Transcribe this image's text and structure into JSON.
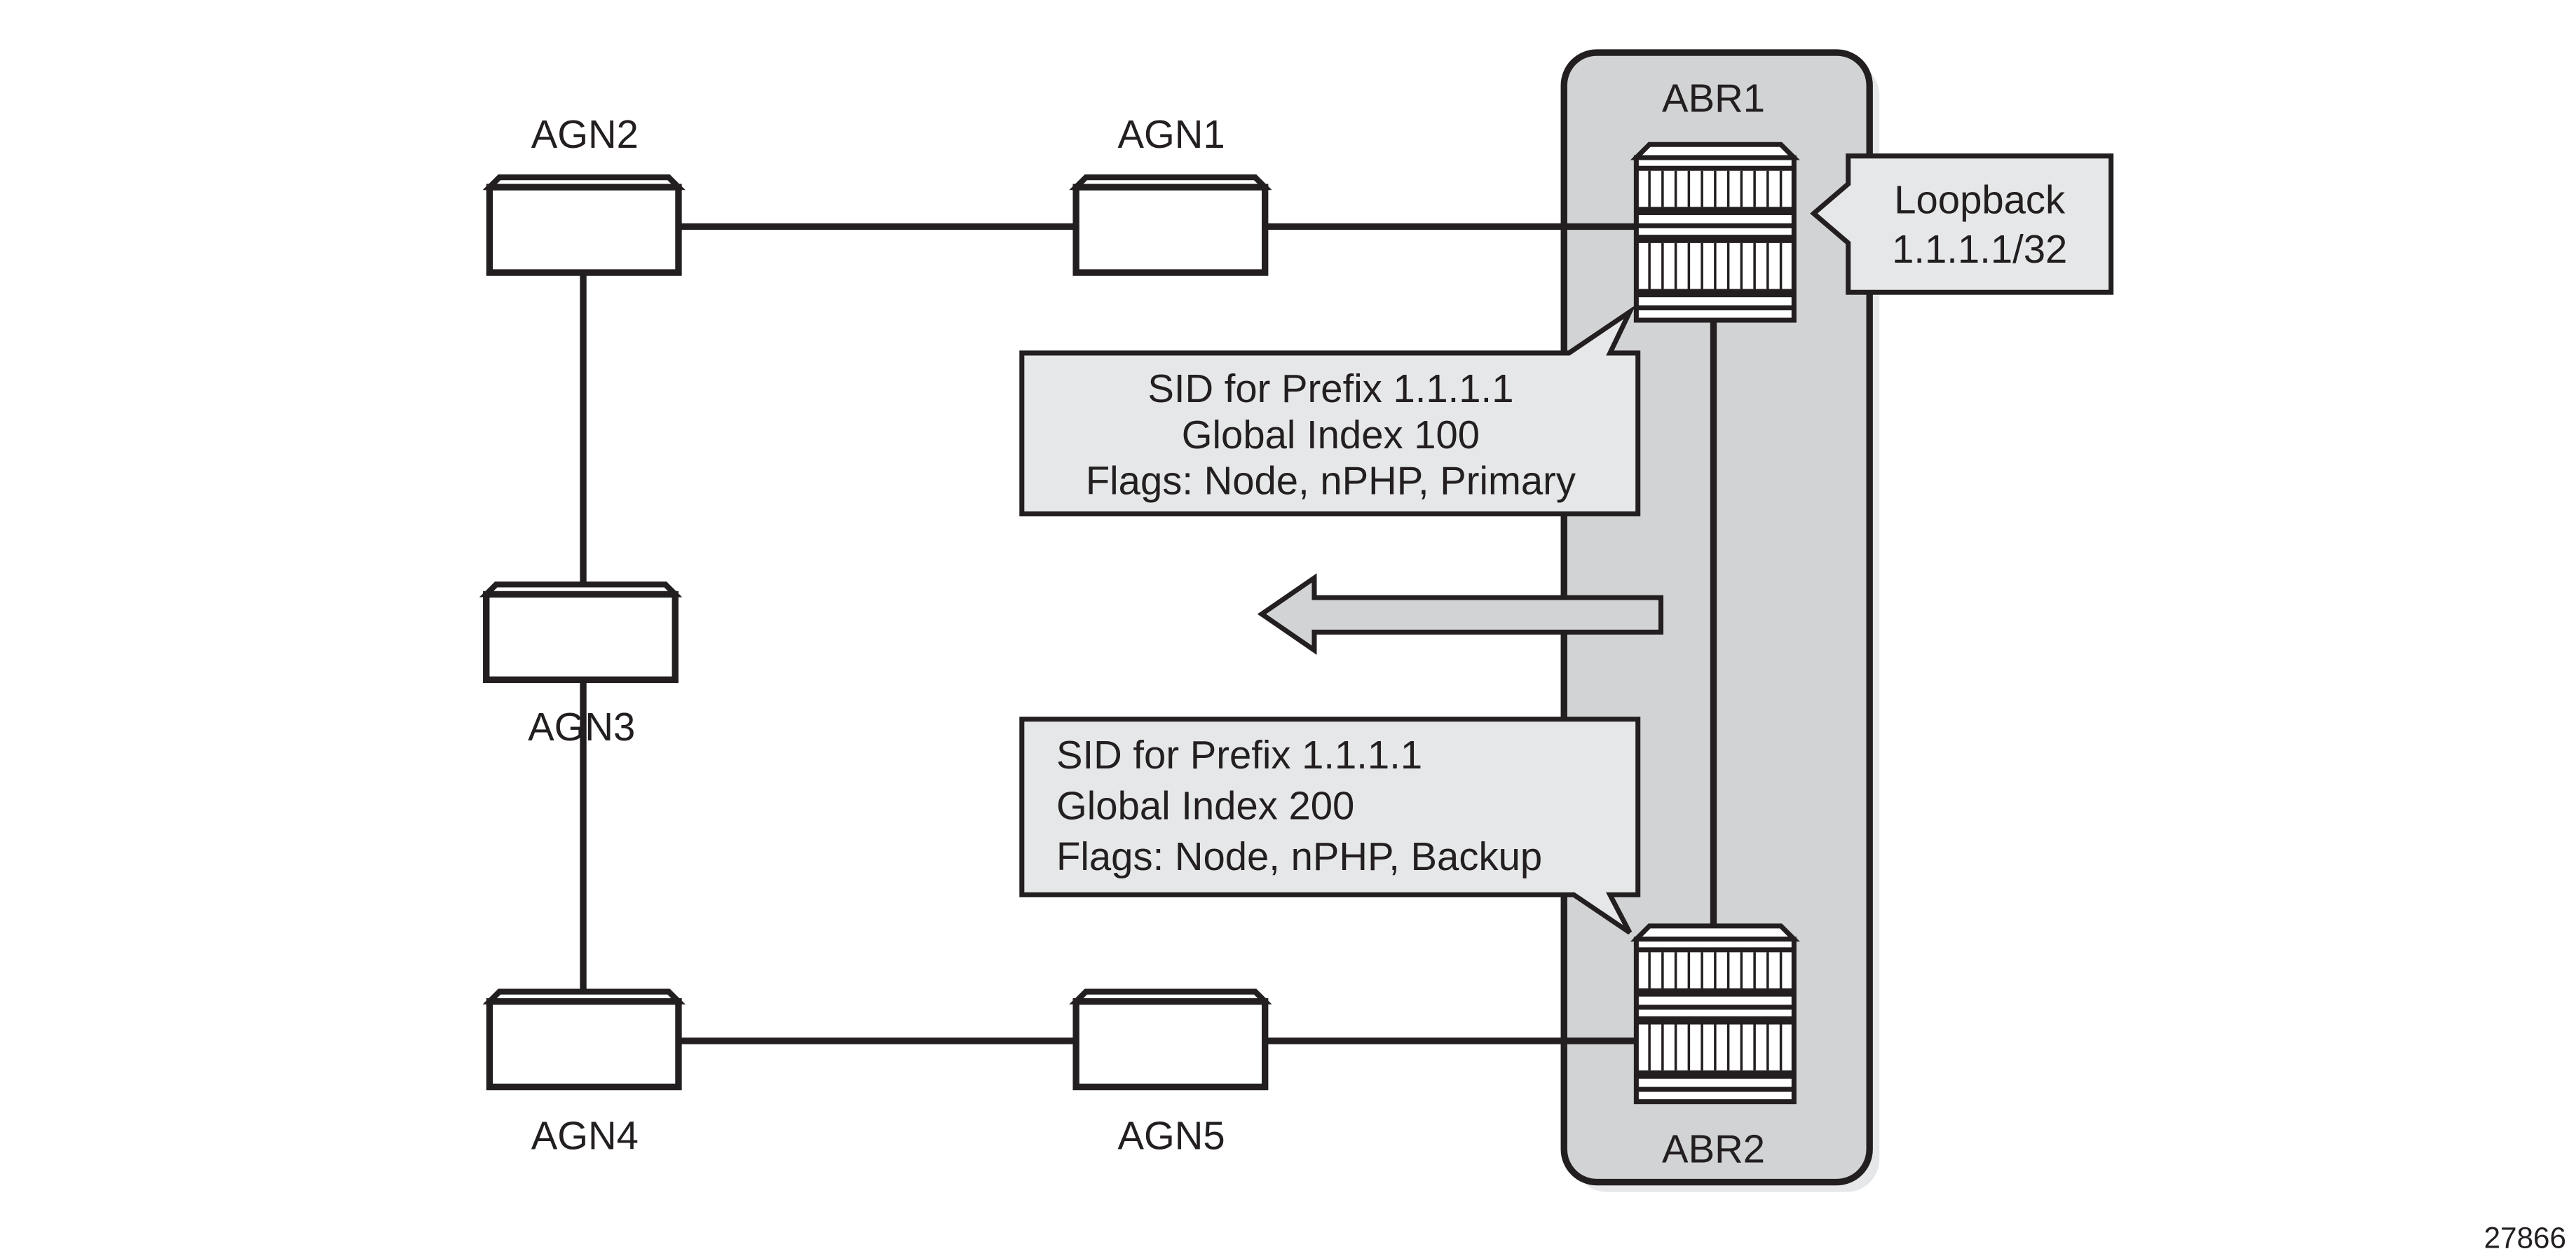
{
  "nodes": {
    "agn1": "AGN1",
    "agn2": "AGN2",
    "agn3": "AGN3",
    "agn4": "AGN4",
    "agn5": "AGN5",
    "abr1": "ABR1",
    "abr2": "ABR2"
  },
  "loopback": {
    "line1": "Loopback",
    "line2": "1.1.1.1/32"
  },
  "callout_primary": {
    "line1": "SID for Prefix 1.1.1.1",
    "line2": "Global Index 100",
    "line3": "Flags: Node, nPHP, Primary"
  },
  "callout_backup": {
    "line1": "SID for Prefix 1.1.1.1",
    "line2": "Global Index 200",
    "line3": "Flags: Node, nPHP, Backup"
  },
  "figure_id": "27866",
  "colors": {
    "area_fill": "#d1d3d4",
    "callout_fill": "#e6e7e8",
    "stroke": "#231f20"
  }
}
